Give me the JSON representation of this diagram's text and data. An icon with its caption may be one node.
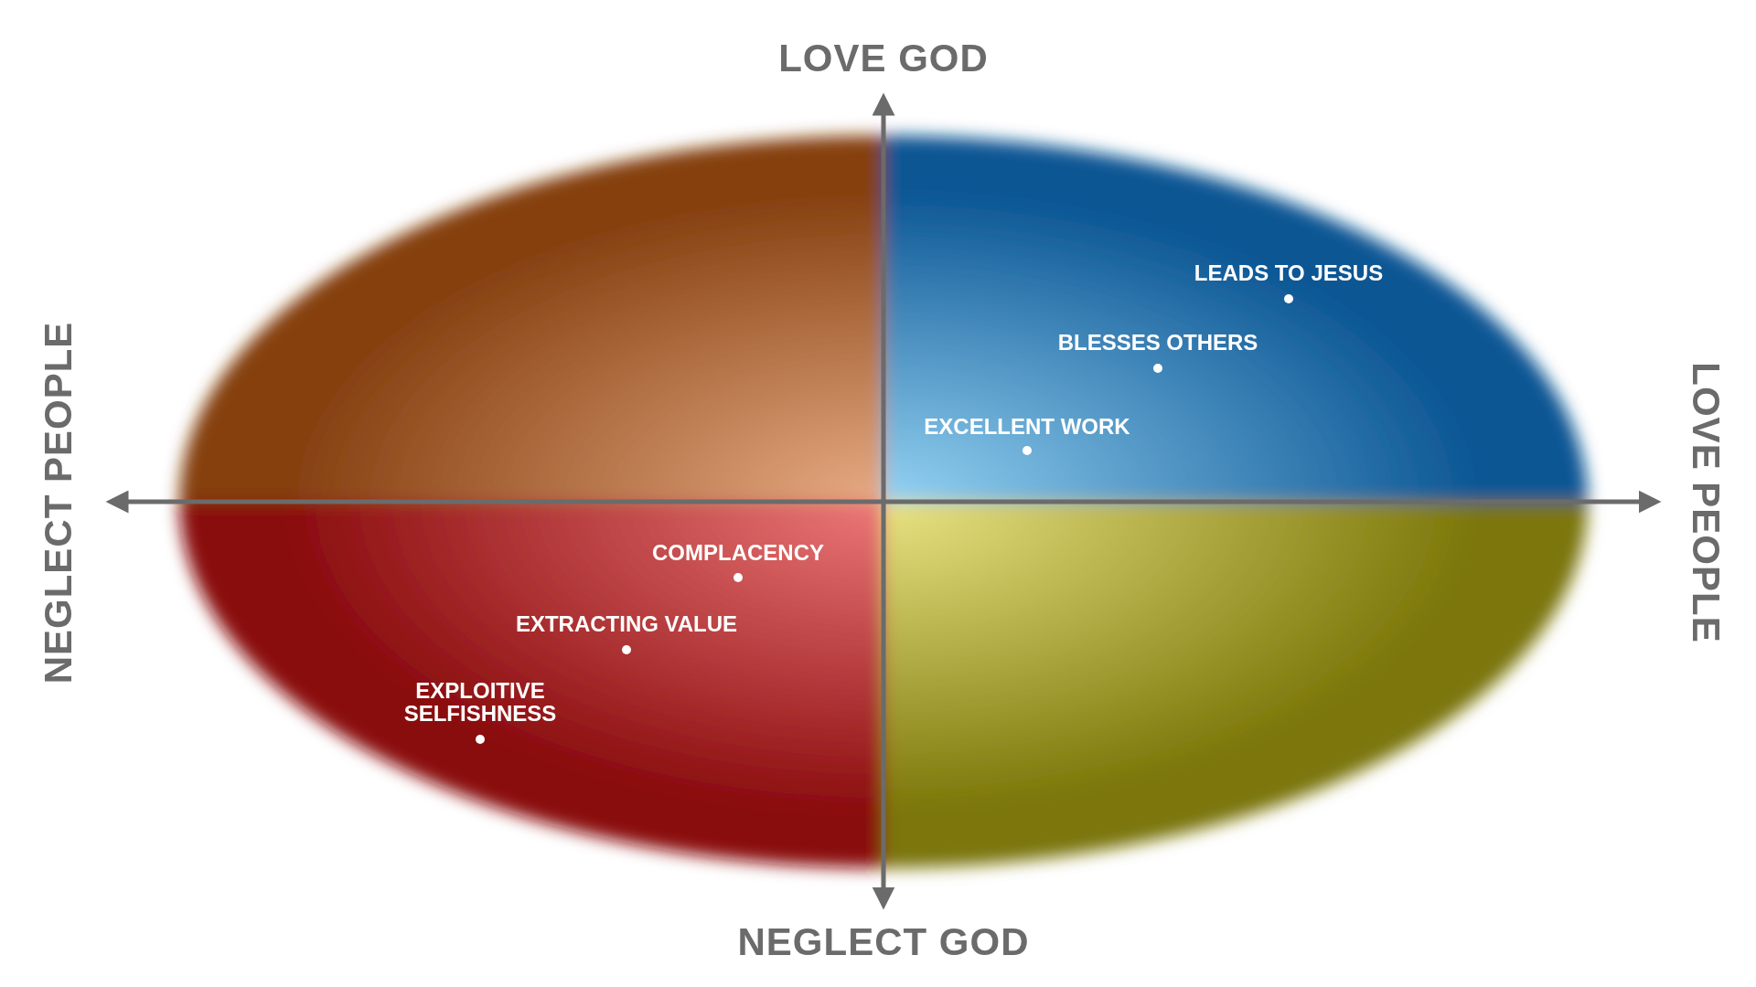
{
  "diagram": {
    "labels": [
      "LOVE GOD",
      "NEGLECT PEOPLE",
      "LOVE PEOPLE",
      "LEADS TO JESUS",
      "BLESSES OTHERS",
      "EXCELLENT WORK",
      "COMPLACENCY",
      "EXTRACTING VALUE",
      "EXPLOITIVE SELFISHNESS",
      "NEGLECT GOD"
    ]
  }
}
